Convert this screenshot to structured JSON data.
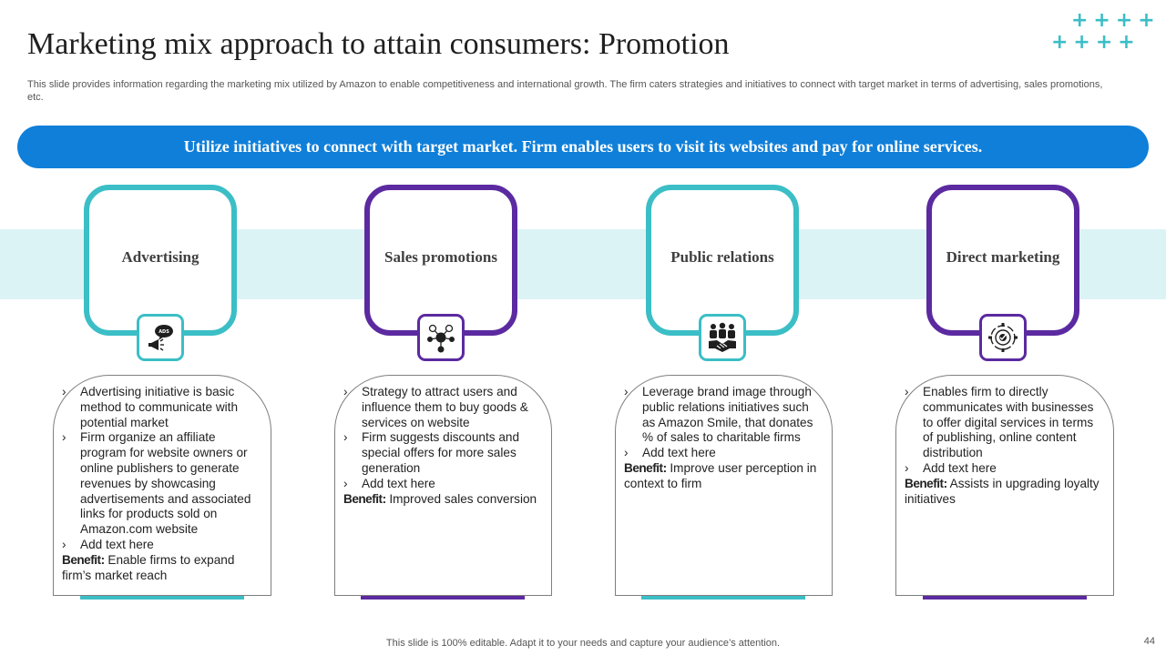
{
  "slide": {
    "title": "Marketing mix approach to attain consumers: Promotion",
    "subtitle": "This slide provides information regarding the marketing mix utilized by Amazon to  enable competitiveness and international growth. The firm caters strategies and initiatives to connect with target market in terms of advertising, sales promotions, etc.",
    "banner": "Utilize initiatives to connect with target market. Firm enables users to visit its websites and pay for online services.",
    "footer": "This slide is 100% editable. Adapt it to your needs and capture your audience’s attention.",
    "page_number": "44",
    "decoration": {
      "plus_row_1": "++++",
      "plus_row_2": "++++"
    }
  },
  "colors": {
    "teal": "#3bbec6",
    "purple": "#5b2aa0",
    "banner_blue": "#0f7fd9",
    "band": "#dcf3f6"
  },
  "bullet_glyph": "›",
  "benefit_label": "Benefit:",
  "cards": [
    {
      "title": "Advertising",
      "icon": "ads-megaphone-icon",
      "bullets": [
        "Advertising initiative is basic method to communicate with potential market",
        "Firm organize an affiliate program for website owners or online publishers to generate revenues by showcasing advertisements and associated links for products sold on Amazon.com  website",
        "Add text here"
      ],
      "benefit": "Enable firms to expand firm’s market reach"
    },
    {
      "title": "Sales promotions",
      "icon": "network-hub-icon",
      "bullets": [
        "Strategy to attract users and influence them to buy goods & services on website",
        "Firm suggests discounts and special offers for more sales generation",
        "Add text here"
      ],
      "benefit": "Improved sales conversion"
    },
    {
      "title": "Public relations",
      "icon": "handshake-people-icon",
      "bullets": [
        "Leverage brand image through public relations initiatives such as Amazon Smile, that donates % of sales to charitable firms",
        "Add text here"
      ],
      "benefit": "Improve user perception in context to firm"
    },
    {
      "title": "Direct marketing",
      "icon": "target-cycle-icon",
      "bullets": [
        "Enables firm to directly communicates with businesses to offer digital services in terms of publishing, online content distribution",
        "Add text here"
      ],
      "benefit": "Assists in upgrading loyalty initiatives"
    }
  ]
}
